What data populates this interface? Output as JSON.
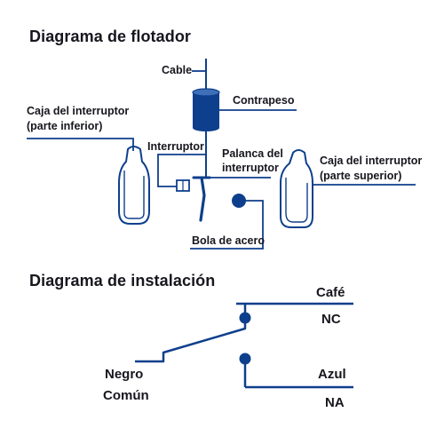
{
  "colors": {
    "ink": "#16161d",
    "accent": "#0e3f8c",
    "background": "#ffffff"
  },
  "float_diagram": {
    "title": "Diagrama de flotador",
    "labels": {
      "cable": "Cable",
      "counterweight": "Contrapeso",
      "housing_lower_line1": "Caja del interruptor",
      "housing_lower_line2": "(parte inferior)",
      "switch": "Interruptor",
      "lever_line1": "Palanca del",
      "lever_line2": "interruptor",
      "housing_upper_line1": "Caja del interruptor",
      "housing_upper_line2": "(parte superior)",
      "steel_ball": "Bola de acero"
    }
  },
  "installation_diagram": {
    "title": "Diagrama de instalación",
    "wires": {
      "brown": "Café",
      "nc": "NC",
      "black": "Negro",
      "common": "Común",
      "blue": "Azul",
      "na": "NA"
    }
  }
}
